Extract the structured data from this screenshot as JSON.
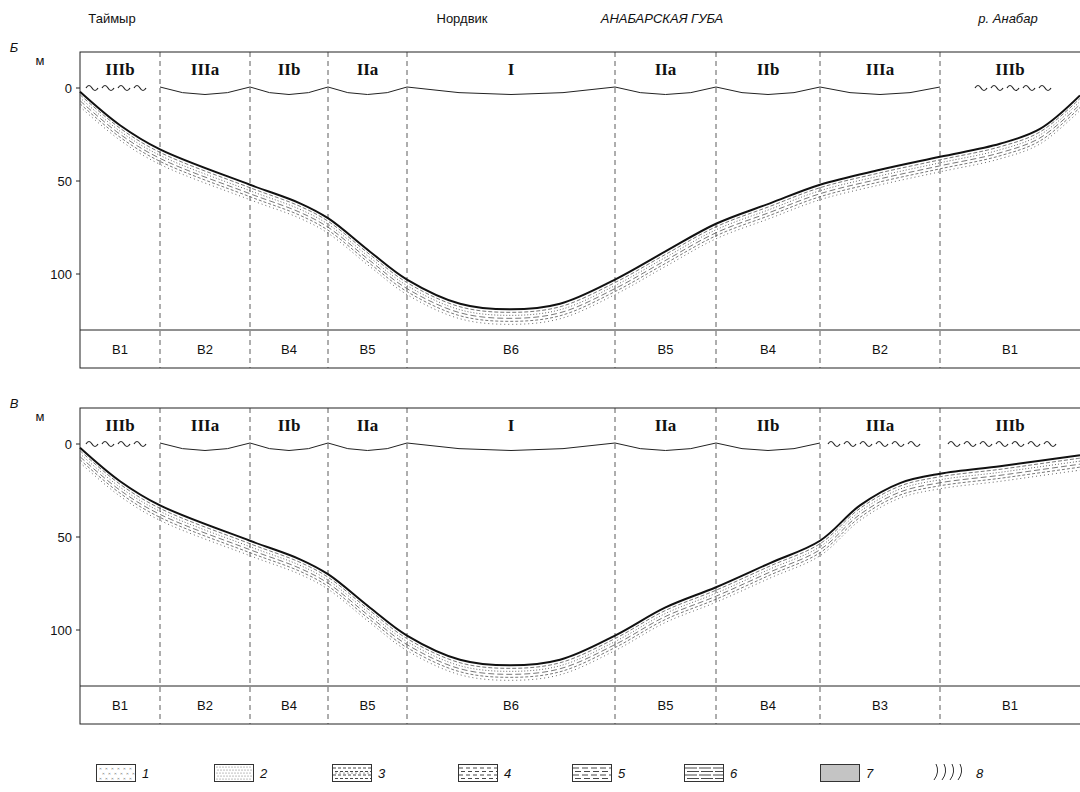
{
  "diagram": {
    "labels": [
      "Таймыр",
      "Нордвик",
      "АНАБАРСКАЯ ГУБА",
      "р. Анабар",
      "Б",
      "м",
      "0",
      "50",
      "100",
      "IIIb",
      "IIIa",
      "IIb",
      "IIa",
      "I",
      "IIa",
      "IIb",
      "IIIa",
      "IIIb",
      "В1",
      "В2",
      "В4",
      "В5",
      "В6",
      "В5",
      "В4",
      "В2",
      "В1",
      "В",
      "м",
      "0",
      "50",
      "100",
      "IIIb",
      "IIIa",
      "IIb",
      "IIa",
      "I",
      "IIa",
      "IIb",
      "IIIa",
      "IIIb",
      "В1",
      "В2",
      "В4",
      "В5",
      "В6",
      "В5",
      "В4",
      "В3",
      "В1"
    ],
    "legend": [
      {
        "text": "1"
      },
      {
        "text": "2"
      },
      {
        "text": "3"
      },
      {
        "text": "4"
      },
      {
        "text": "5"
      },
      {
        "text": "6"
      },
      {
        "text": "7",
        "color": "#c4c4c4"
      },
      {
        "text": "8"
      }
    ]
  }
}
